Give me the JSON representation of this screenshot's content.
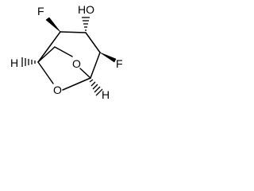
{
  "molecule": {
    "atoms": {
      "fluorine_top": "F",
      "hydroxyl": "HO",
      "fluorine_right": "F",
      "hydrogen_left": "H",
      "oxygen_bridge": "O",
      "oxygen_ring": "O",
      "hydrogen_bottom": "H"
    }
  }
}
